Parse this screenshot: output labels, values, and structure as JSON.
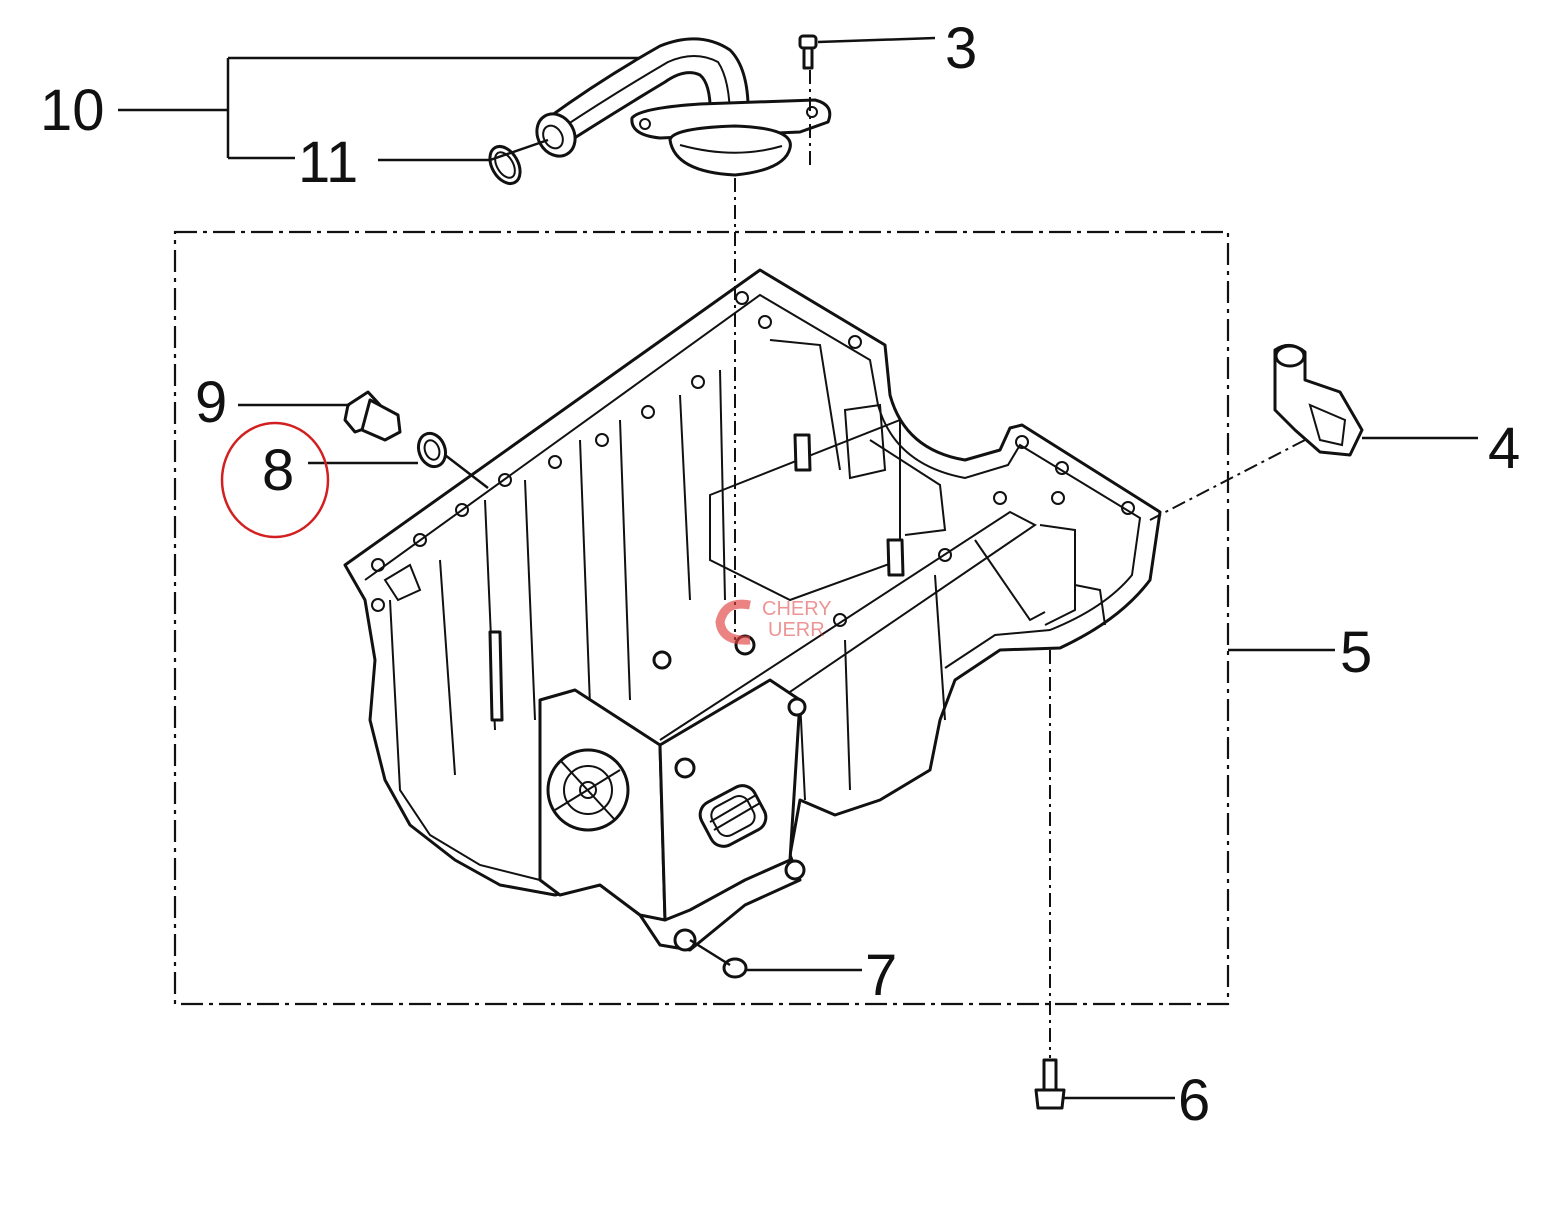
{
  "callouts": {
    "c3": "3",
    "c4": "4",
    "c5": "5",
    "c6": "6",
    "c7": "7",
    "c8": "8",
    "c9": "9",
    "c10": "10",
    "c11": "11"
  },
  "watermark": {
    "line1": "CHERY",
    "line2": "UERR"
  },
  "colors": {
    "line": "#111111",
    "highlight_circle": "#d22020",
    "watermark": "#e04040"
  }
}
